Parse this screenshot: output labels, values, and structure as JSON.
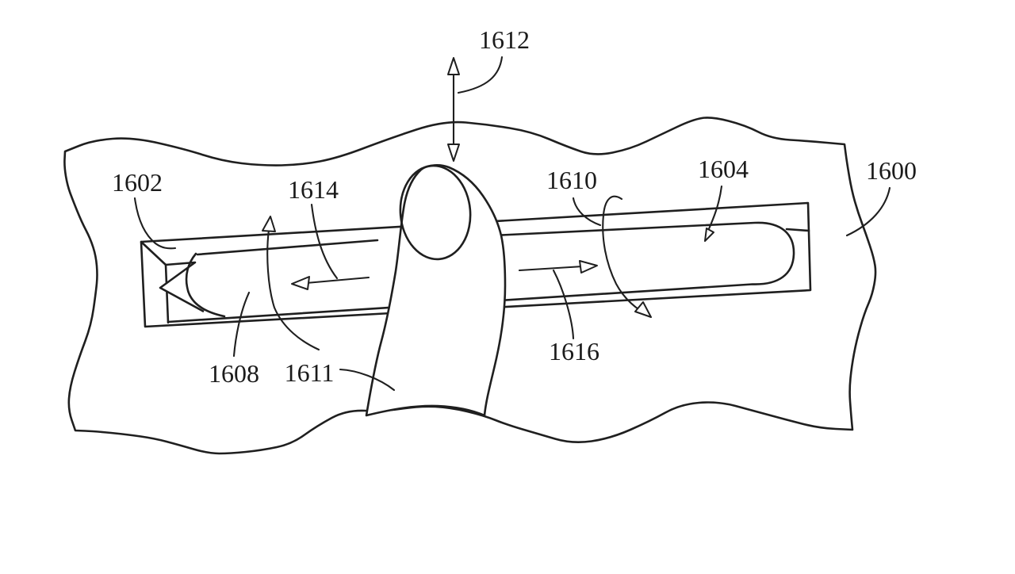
{
  "figure": {
    "background": "#ffffff",
    "line_color": "#1f1f1f",
    "labels": {
      "n1600": {
        "text": "1600",
        "points_to": "device-surface"
      },
      "n1602": {
        "text": "1602",
        "points_to": "recess-left-end"
      },
      "n1604": {
        "text": "1604",
        "points_to": "recess-inner-surface"
      },
      "n1608": {
        "text": "1608",
        "points_to": "stylus-tip"
      },
      "n1610": {
        "text": "1610",
        "points_to": "rotate-arrow-right"
      },
      "n1611": {
        "text": "1611",
        "points_to": "finger"
      },
      "n1612": {
        "text": "1612",
        "points_to": "press-lift-arrow"
      },
      "n1614": {
        "text": "1614",
        "points_to": "slide-left-arrow"
      },
      "n1616": {
        "text": "1616",
        "points_to": "slide-right-arrow"
      }
    }
  }
}
